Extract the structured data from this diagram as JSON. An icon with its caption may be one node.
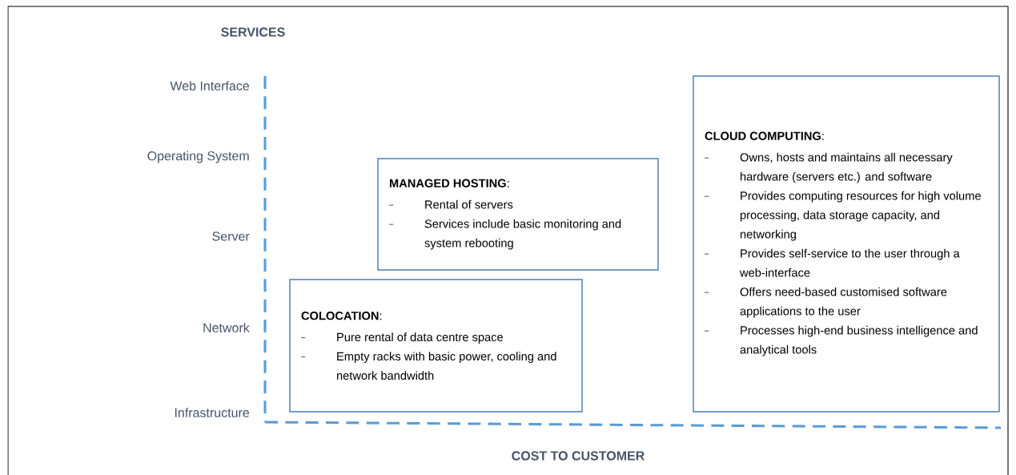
{
  "diagram": {
    "nodes": [
      {
        "text": [
          "**CLOUD COMPUTING**:",
          "Owns, hosts and maintains all necessary hardware (servers etc.) and software",
          "Provides computing resources for high volume processing, data storage capacity, and networking",
          "Provides self-service to the user through a web-interface",
          "Offers need-based customised software applications to the user",
          "Processes high-end business intelligence and analytical tools"
        ]
      },
      {
        "text": [
          "**MANAGED HOSTING**:",
          "Rental of servers",
          "Services include basic monitoring and system rebooting"
        ]
      },
      {
        "text": [
          "**COLOCATION**:",
          "Pure rental of data centre space",
          "Empty racks with basic power, cooling and network bandwidth"
        ]
      }
    ],
    "labels": [
      "SERVICES",
      "Web Interface",
      "Operating System",
      "Server",
      "Network",
      "Infrastructure",
      "COST TO CUSTOMER"
    ]
  }
}
